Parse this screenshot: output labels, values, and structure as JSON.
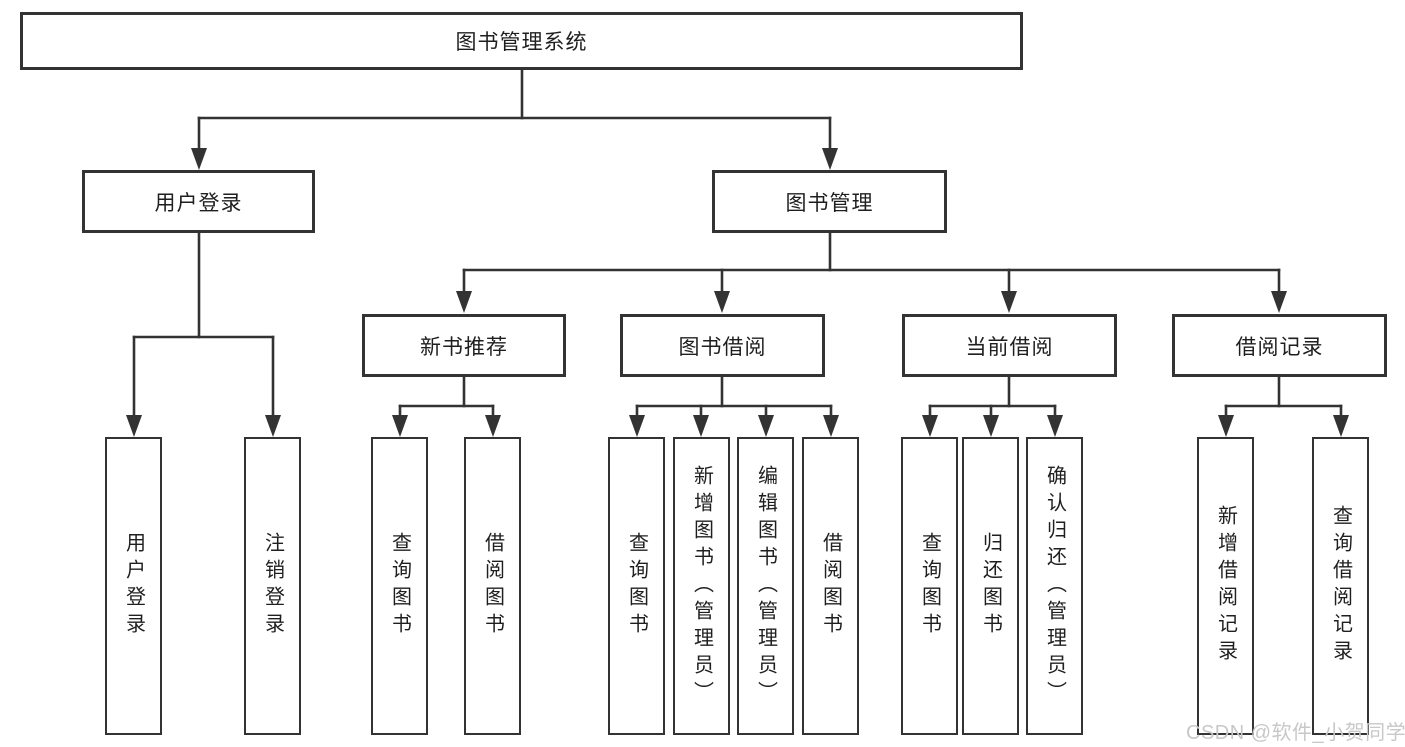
{
  "diagram": {
    "root": {
      "label": "图书管理系统"
    },
    "branches": [
      {
        "label": "用户登录",
        "children": [
          {
            "label": "用户登录"
          },
          {
            "label": "注销登录"
          }
        ]
      },
      {
        "label": "图书管理",
        "children": [
          {
            "label": "新书推荐",
            "children": [
              {
                "label": "查询图书"
              },
              {
                "label": "借阅图书"
              }
            ]
          },
          {
            "label": "图书借阅",
            "children": [
              {
                "label": "查询图书"
              },
              {
                "label": "新增图书（管理员）"
              },
              {
                "label": "编辑图书（管理员）"
              },
              {
                "label": "借阅图书"
              }
            ]
          },
          {
            "label": "当前借阅",
            "children": [
              {
                "label": "查询图书"
              },
              {
                "label": "归还图书"
              },
              {
                "label": "确认归还（管理员）"
              }
            ]
          },
          {
            "label": "借阅记录",
            "children": [
              {
                "label": "新增借阅记录"
              },
              {
                "label": "查询借阅记录"
              }
            ]
          }
        ]
      }
    ]
  },
  "watermark": {
    "text": "CSDN @软件_小贺同学",
    "color": "#c8c8c8"
  },
  "colors": {
    "line": "#333333",
    "text": "#1f1f1f",
    "background": "#ffffff"
  }
}
